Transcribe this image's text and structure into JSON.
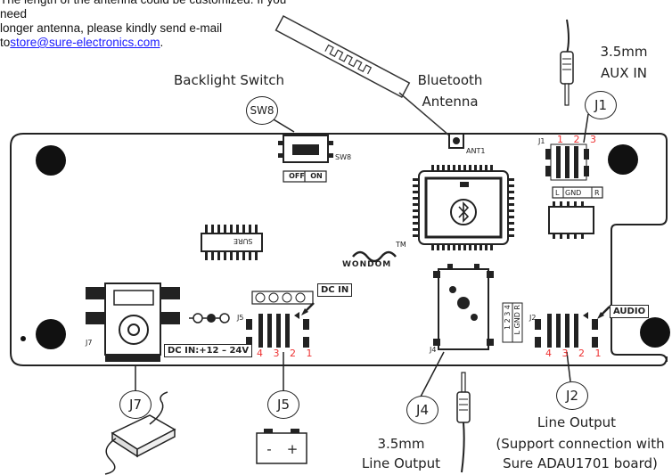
{
  "note": {
    "line1": "The length of the antenna could be customized. If you need",
    "line2": "longer antenna, please kindly send e-mail",
    "prefix": "to",
    "email": "store@sure-electronics.com",
    "suffix": "."
  },
  "labels": {
    "backlight_switch": "Backlight Switch",
    "bluetooth": "Bluetooth",
    "antenna": "Antenna",
    "aux_size": "3.5mm",
    "aux_in": "AUX IN",
    "line_output_left_size": "3.5mm",
    "line_output_left": "Line Output",
    "line_output_right": "Line Output",
    "support_1": "(Support connection with",
    "support_2": "Sure ADAU1701 board)"
  },
  "callouts": {
    "sw8": "SW8",
    "j1": "J1",
    "j7": "J7",
    "j5": "J5",
    "j4": "J4",
    "j2": "J2"
  },
  "board": {
    "off": "OFF",
    "on": "ON",
    "sw8_silk": "SW8",
    "ant1": "ANT1",
    "j1_silk": "J1",
    "j1_pins": "1 2 3",
    "l": "L",
    "gnd": "GND",
    "r": "R",
    "dc_in": "DC  IN",
    "dc_range": "DC IN:+12 – 24V",
    "j5_silk": "J5",
    "j5_pins": "4 3 2 1",
    "j7_silk": "J7",
    "j4_silk": "J4",
    "j2_silk": "J2",
    "j2_pins": "4 3 2 1",
    "audio": "AUDIO",
    "brand": "WONDOM",
    "tm": "TM",
    "sure": "SURE",
    "j4_pins": "1 2 3 4",
    "j4_names": "L GND R"
  },
  "battery": {
    "minus": "-",
    "plus": "+"
  }
}
